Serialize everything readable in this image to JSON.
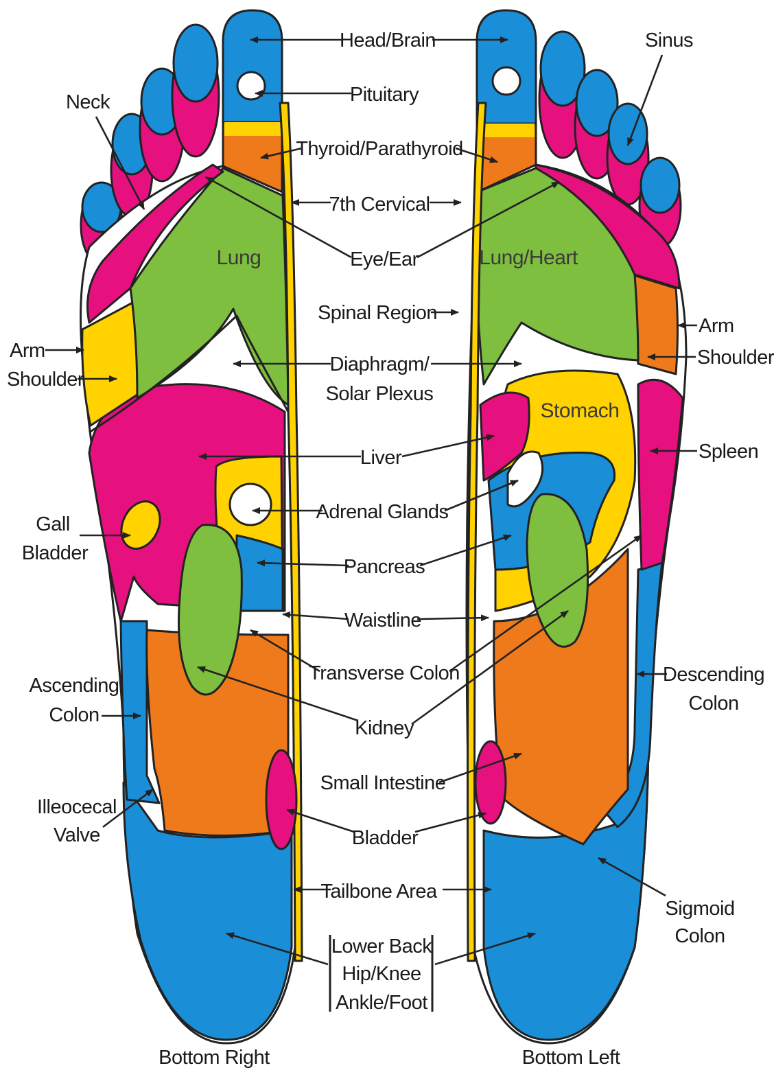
{
  "colors": {
    "blue": "#1a8fd8",
    "magenta": "#e6117e",
    "yellow": "#ffd200",
    "green": "#7fbf3f",
    "orange": "#ef7a1c",
    "outline": "#222222",
    "text": "#1a1a1a"
  },
  "zones": {
    "lung": "Lung",
    "lung_heart": "Lung/Heart",
    "stomach": "Stomach"
  },
  "labels": {
    "head_brain": "Head/Brain",
    "pituitary": "Pituitary",
    "thyroid": "Thyroid/Parathyroid",
    "cervical": "7th Cervical",
    "eye_ear": "Eye/Ear",
    "spinal": "Spinal Region",
    "diaphragm_1": "Diaphragm/",
    "diaphragm_2": "Solar Plexus",
    "liver": "Liver",
    "adrenal": "Adrenal Glands",
    "pancreas": "Pancreas",
    "waistline": "Waistline",
    "transverse": "Transverse Colon",
    "kidney": "Kidney",
    "small_intestine": "Small Intestine",
    "bladder": "Bladder",
    "tailbone": "Tailbone Area",
    "lower_back_1": "Lower Back",
    "lower_back_2": "Hip/Knee",
    "lower_back_3": "Ankle/Foot",
    "neck": "Neck",
    "sinus": "Sinus",
    "arm": "Arm",
    "shoulder": "Shoulder",
    "gall_1": "Gall",
    "gall_2": "Bladder",
    "ascending_1": "Ascending",
    "ascending_2": "Colon",
    "ileocecal_1": "Illeocecal",
    "ileocecal_2": "Valve",
    "spleen": "Spleen",
    "descending_1": "Descending",
    "descending_2": "Colon",
    "sigmoid_1": "Sigmoid",
    "sigmoid_2": "Colon"
  },
  "captions": {
    "right": "Bottom Right",
    "left": "Bottom Left"
  }
}
